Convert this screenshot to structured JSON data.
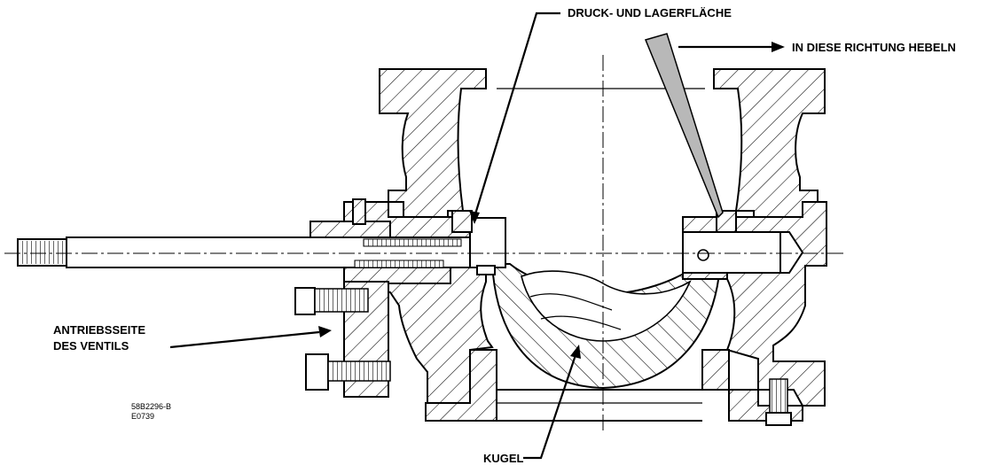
{
  "labels": {
    "pressure_bearing_surface": "DRUCK- UND LAGERFLÄCHE",
    "pry_direction": "IN DIESE RICHTUNG HEBELN",
    "drive_side_line1": "ANTRIEBSSEITE",
    "drive_side_line2": "DES VENTILS",
    "ball": "KUGEL"
  },
  "drawing_ref": {
    "number": "58B2296-B",
    "code": "E0739"
  }
}
